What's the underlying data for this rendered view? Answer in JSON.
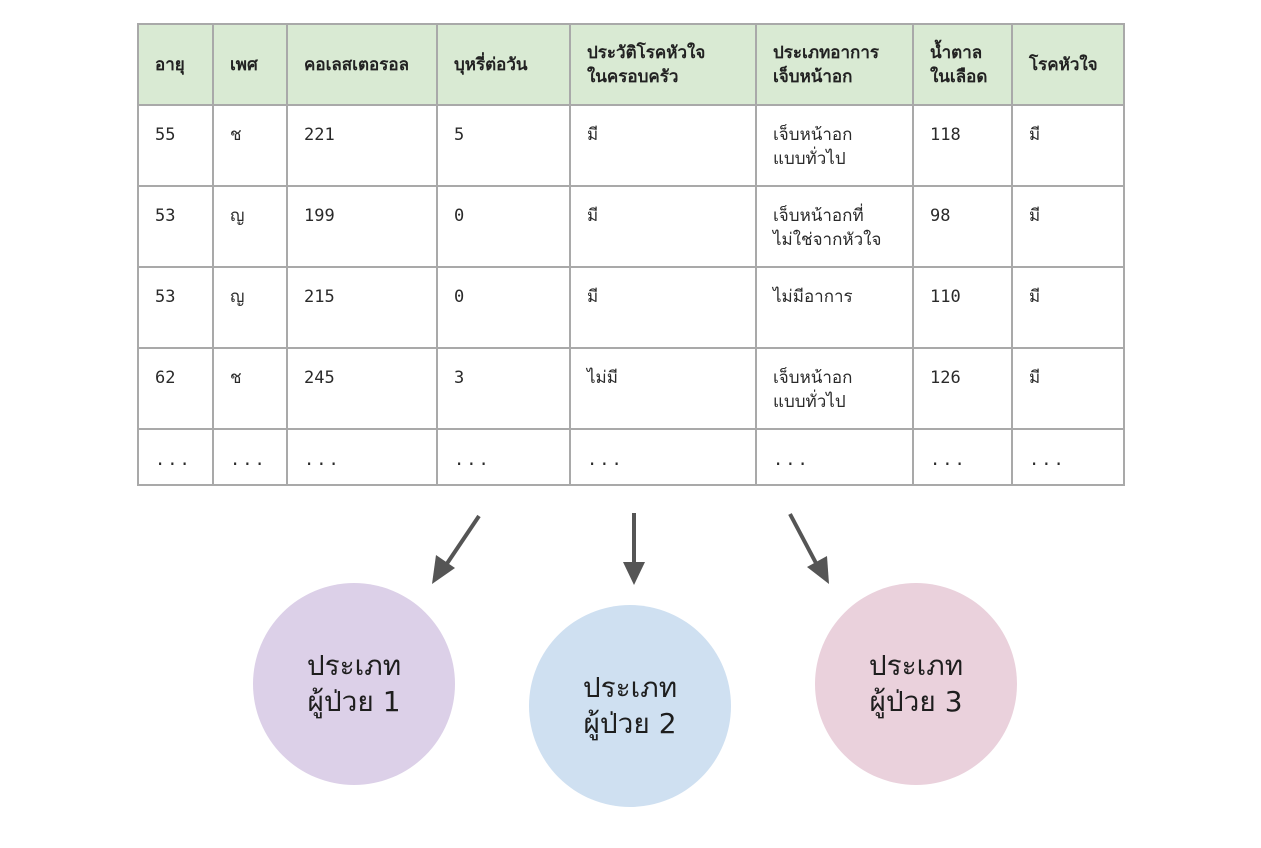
{
  "table": {
    "headers": [
      "อายุ",
      "เพศ",
      "คอเลสเตอรอล",
      "บุหรี่ต่อวัน",
      "ประวัติโรคหัวใจ\nในครอบครัว",
      "ประเภทอาการ\nเจ็บหน้าอก",
      "น้ำตาล\nในเลือด",
      "โรคหัวใจ"
    ],
    "rows": [
      [
        "55",
        "ช",
        "221",
        "5",
        "มี",
        "เจ็บหน้าอก\nแบบทั่วไป",
        "118",
        "มี"
      ],
      [
        "53",
        "ญ",
        "199",
        "0",
        "มี",
        "เจ็บหน้าอกที่\nไม่ใช่จากหัวใจ",
        "98",
        "มี"
      ],
      [
        "53",
        "ญ",
        "215",
        "0",
        "มี",
        "ไม่มีอาการ",
        "110",
        "มี"
      ],
      [
        "62",
        "ช",
        "245",
        "3",
        "ไม่มี",
        "เจ็บหน้าอก\nแบบทั่วไป",
        "126",
        "มี"
      ],
      [
        "...",
        "...",
        "...",
        "...",
        "...",
        "...",
        "...",
        "..."
      ]
    ]
  },
  "clusters": [
    {
      "label": "ประเภท\nผู้ป่วย 1",
      "color": "#dcd0e8"
    },
    {
      "label": "ประเภท\nผู้ป่วย 2",
      "color": "#cfe0f1"
    },
    {
      "label": "ประเภท\nผู้ป่วย 3",
      "color": "#ead1dc"
    }
  ],
  "colors": {
    "header_bg": "#d9ead3",
    "grid": "#a9a9a9",
    "arrow": "#555555"
  }
}
